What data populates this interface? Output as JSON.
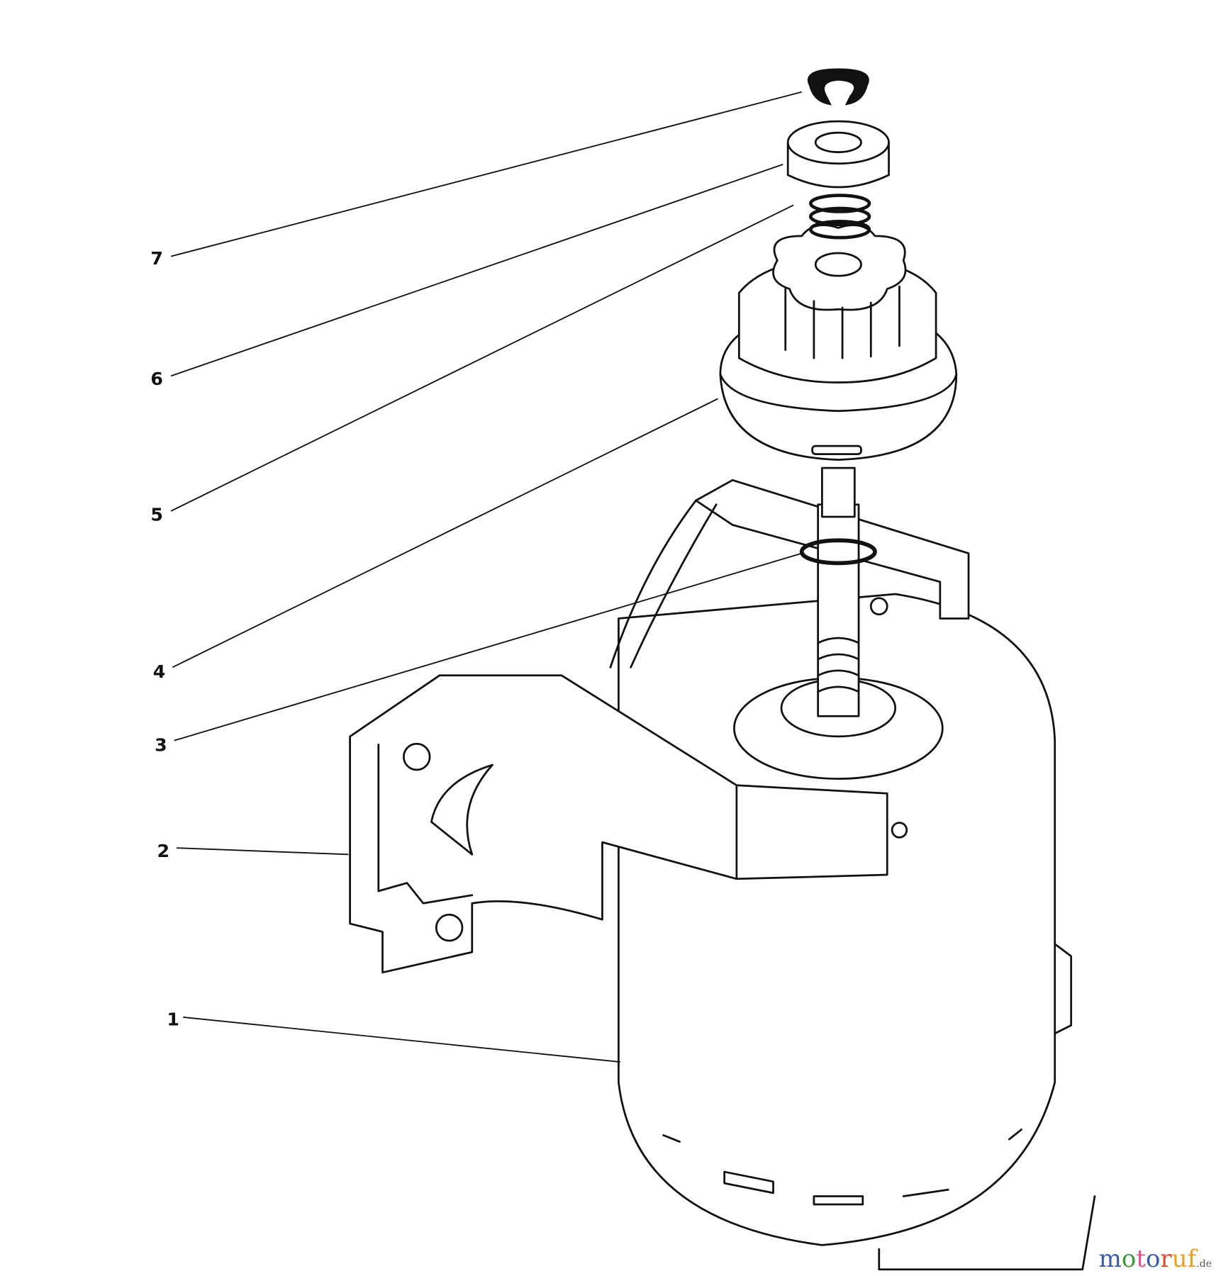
{
  "diagram": {
    "callouts": [
      {
        "label": "7",
        "part": "e-ring"
      },
      {
        "label": "6",
        "part": "retainer-cup"
      },
      {
        "label": "5",
        "part": "spring"
      },
      {
        "label": "4",
        "part": "pinion-gear"
      },
      {
        "label": "3",
        "part": "washer"
      },
      {
        "label": "2",
        "part": "mounting-bracket"
      },
      {
        "label": "1",
        "part": "starter-motor"
      }
    ]
  },
  "watermark": {
    "text": "motoruf",
    "suffix": ".de",
    "letter_colors": [
      "#3b5ba8",
      "#3a9a3a",
      "#e0528a",
      "#3b5ba8",
      "#e04a2a",
      "#e8a020",
      "#e8a020"
    ]
  }
}
